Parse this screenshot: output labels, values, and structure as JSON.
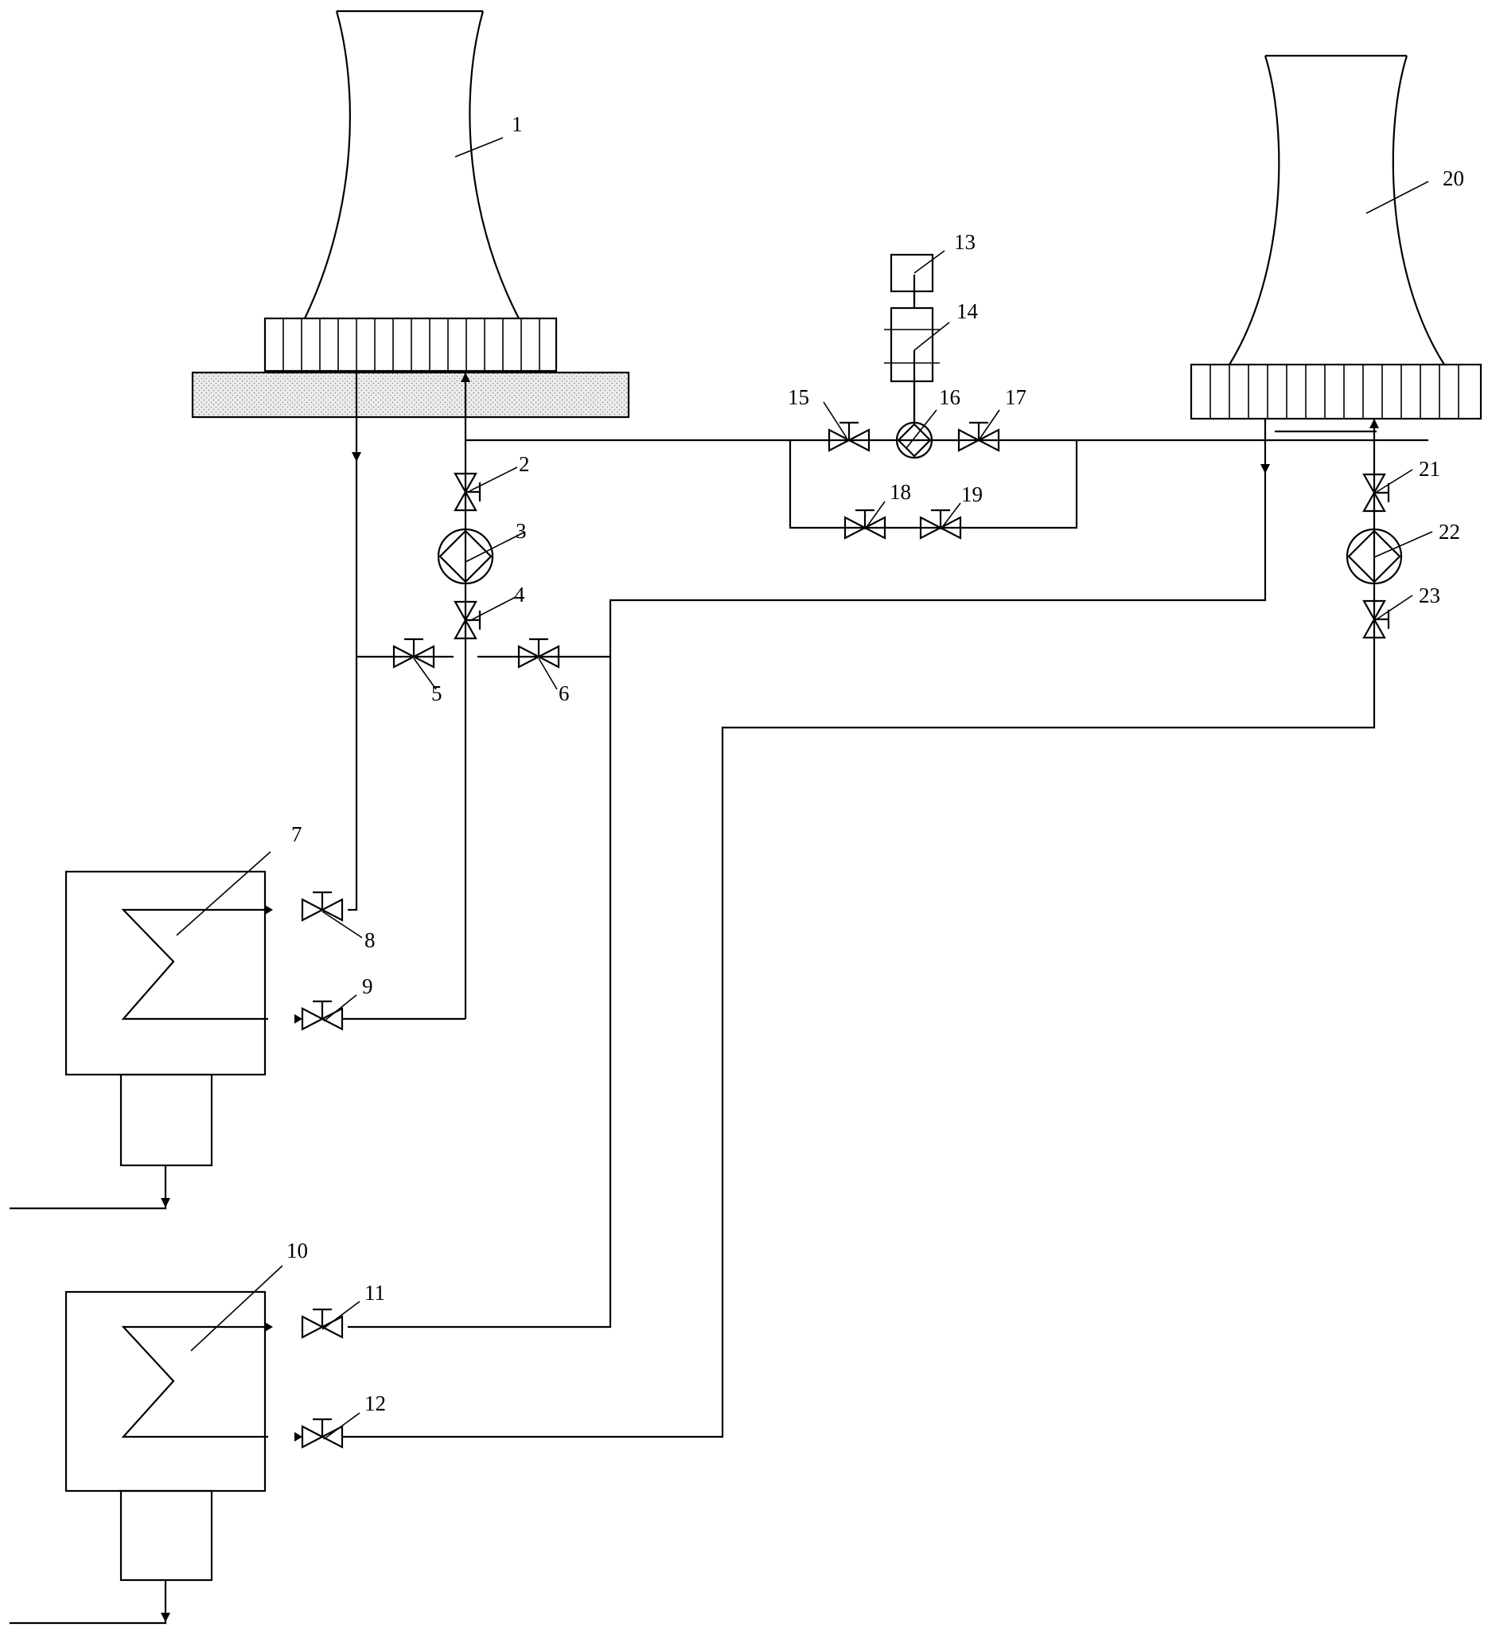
{
  "labels": {
    "cooling_tower_1": "1",
    "valve_2": "2",
    "pump_3": "3",
    "valve_4": "4",
    "valve_5": "5",
    "valve_6": "6",
    "heat_exchanger_7": "7",
    "valve_8": "8",
    "valve_9": "9",
    "heat_exchanger_10": "10",
    "valve_11": "11",
    "valve_12": "12",
    "component_13": "13",
    "component_14": "14",
    "valve_15": "15",
    "pump_16": "16",
    "valve_17": "17",
    "valve_18": "18",
    "valve_19": "19",
    "cooling_tower_20": "20",
    "valve_21": "21",
    "pump_22": "22",
    "valve_23": "23"
  },
  "colors": {
    "line": "#000000",
    "background": "#ffffff",
    "basin_fill": "#e6e6e6"
  }
}
